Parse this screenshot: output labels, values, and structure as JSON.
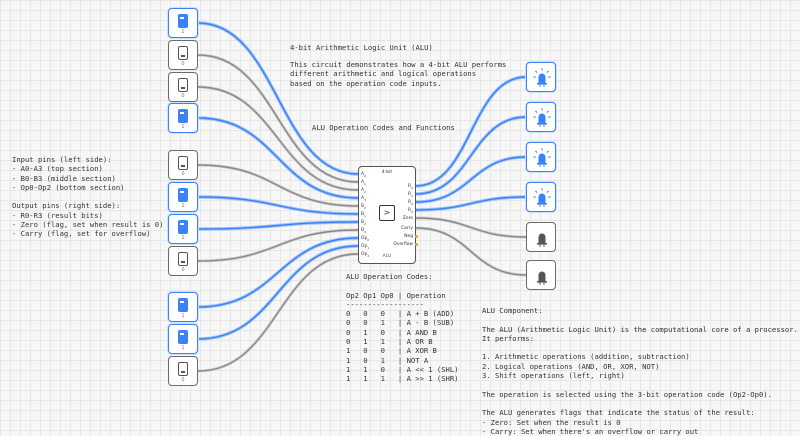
{
  "title": "4-bit Arithmetic Logic Unit (ALU)",
  "description": "This circuit demonstrates how a 4-bit ALU performs\ndifferent arithmetic and logical operations\nbased on the operation code inputs.",
  "opcodes_heading": "ALU Operation Codes and Functions",
  "pins_note": "Input pins (left side):\n- A0-A3 (top section)\n- B0-B3 (middle section)\n- Op0-Op2 (bottom section)\n\nOutput pins (right side):\n- R0-R3 (result bits)\n- Zero (flag, set when result is 0)\n- Carry (flag, set for overflow)",
  "opcode_table": "ALU Operation Codes:\n\nOp2 Op1 Op0 | Operation\n------------------\n0   0   0   | A + B (ADD)\n0   0   1   | A - B (SUB)\n0   1   0   | A AND B\n0   1   1   | A OR B\n1   0   0   | A XOR B\n1   0   1   | NOT A\n1   1   0   | A << 1 (SHL)\n1   1   1   | A >> 1 (SHR)",
  "alu_description": "ALU Component:\n\nThe ALU (Arithmetic Logic Unit) is the computational core of a processor.\nIt performs:\n\n1. Arithmetic operations (addition, subtraction)\n2. Logical operations (AND, OR, XOR, NOT)\n3. Shift operations (left, right)\n\nThe operation is selected using the 3-bit operation code (Op2-Op0).\n\nThe ALU generates flags that indicate the status of the result:\n- Zero: Set when the result is 0\n- Carry: Set when there's an overflow or carry out",
  "alu": {
    "top_label": "4-bit",
    "name": "ALU",
    "symbol": ">",
    "inputs": [
      "A0",
      "A1",
      "A2",
      "A3",
      "B0",
      "B1",
      "B2",
      "B3",
      "Op0",
      "Op1",
      "Op2"
    ],
    "outputs": [
      "R0",
      "R1",
      "R2",
      "R3",
      "Zero",
      "Carry",
      "Neg",
      "Overflow"
    ]
  },
  "input_switches": [
    {
      "id": "A0",
      "state": "on",
      "pin": "1"
    },
    {
      "id": "A1",
      "state": "off",
      "pin": "0"
    },
    {
      "id": "A2",
      "state": "off",
      "pin": "0"
    },
    {
      "id": "A3",
      "state": "on",
      "pin": "1"
    },
    {
      "id": "B0",
      "state": "off",
      "pin": "0"
    },
    {
      "id": "B1",
      "state": "on",
      "pin": "1"
    },
    {
      "id": "B2",
      "state": "on",
      "pin": "1"
    },
    {
      "id": "B3",
      "state": "off",
      "pin": "0"
    },
    {
      "id": "Op0",
      "state": "on",
      "pin": "1"
    },
    {
      "id": "Op1",
      "state": "on",
      "pin": "1"
    },
    {
      "id": "Op2",
      "state": "off",
      "pin": "0"
    }
  ],
  "output_leds": [
    {
      "id": "R0",
      "state": "on"
    },
    {
      "id": "R1",
      "state": "on"
    },
    {
      "id": "R2",
      "state": "on"
    },
    {
      "id": "R3",
      "state": "on"
    },
    {
      "id": "Zero",
      "state": "off"
    },
    {
      "id": "Carry",
      "state": "off"
    }
  ],
  "colors": {
    "active": "#3b82f6",
    "inactive": "#8a8a8a",
    "flag": "#f59e0b"
  }
}
